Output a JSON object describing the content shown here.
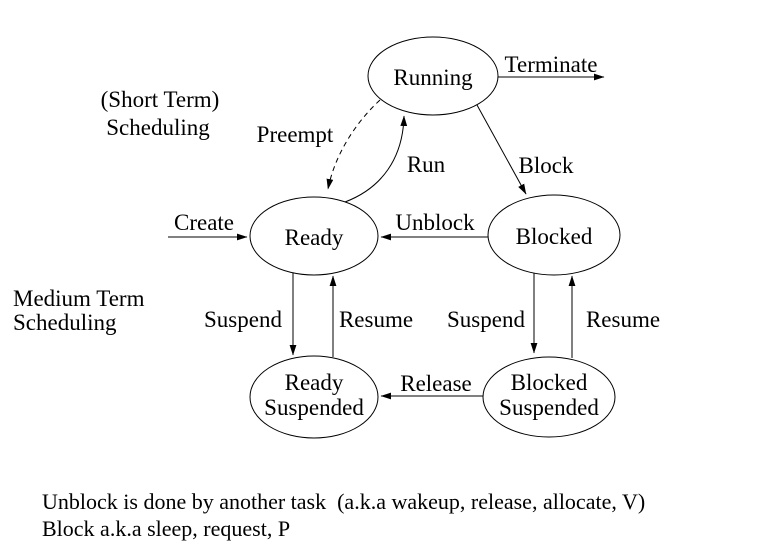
{
  "page": {
    "background": "#ffffff",
    "ink": "#000000"
  },
  "headings": {
    "short_term_line1": "(Short Term)",
    "short_term_line2": "Scheduling",
    "medium_term_line1": "Medium Term",
    "medium_term_line2": "Scheduling"
  },
  "states": {
    "running": "Running",
    "ready": "Ready",
    "blocked": "Blocked",
    "ready_suspended_line1": "Ready",
    "ready_suspended_line2": "Suspended",
    "blocked_suspended_line1": "Blocked",
    "blocked_suspended_line2": "Suspended"
  },
  "transitions": {
    "terminate": "Terminate",
    "preempt": "Preempt",
    "run": "Run",
    "block": "Block",
    "create": "Create",
    "unblock": "Unblock",
    "suspend_left": "Suspend",
    "resume_left": "Resume",
    "suspend_right": "Suspend",
    "resume_right": "Resume",
    "release": "Release"
  },
  "notes": {
    "line1": "Unblock is done by another task  (a.k.a wakeup, release, allocate, V)",
    "line2": "Block a.k.a sleep, request, P"
  }
}
